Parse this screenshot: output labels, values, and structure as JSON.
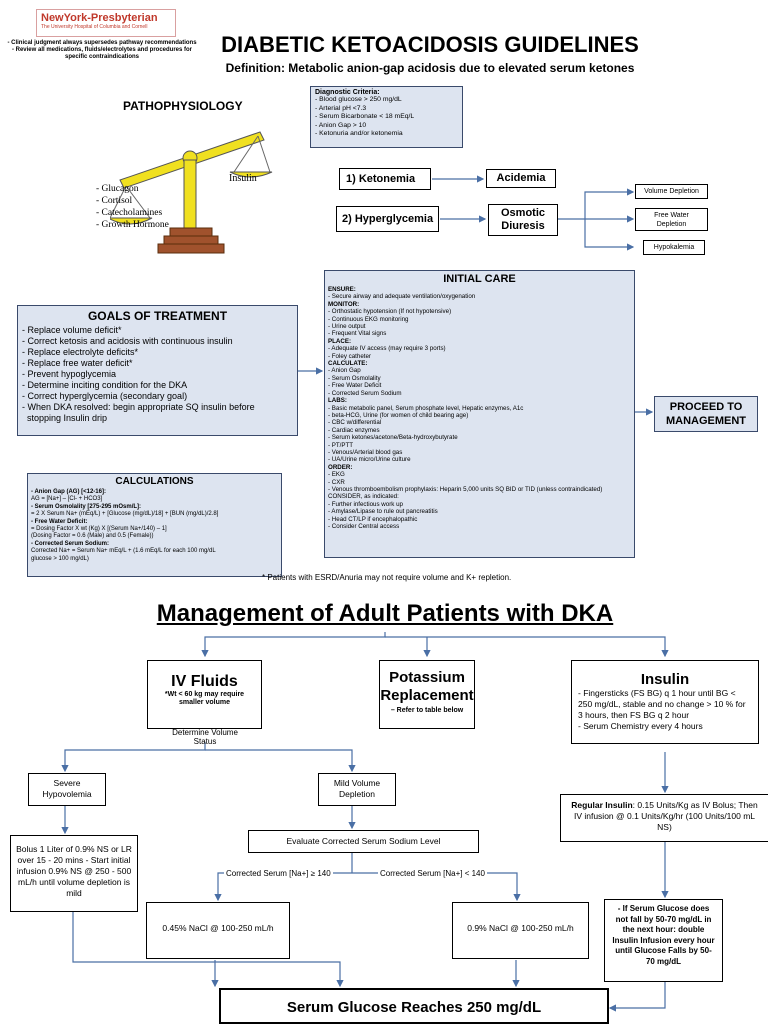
{
  "logo": {
    "name": "NewYork-Presbyterian",
    "sub": "The University Hospital of Columbia and Cornell"
  },
  "disclaimer": [
    "- Clinical judgment always supersedes pathway recommendations",
    "- Review all medications, fluids/electrolytes and procedures for specific contraindications"
  ],
  "title": "DIABETIC KETOACIDOSIS GUIDELINES",
  "definition": "Definition: Metabolic anion-gap acidosis due to elevated serum ketones",
  "pathophysiology": {
    "heading": "PATHOPHYSIOLOGY",
    "hormones": [
      "- Glucagon",
      "- Cortisol",
      "- Catecholamines",
      "- Growth Hormone"
    ],
    "insulin": "Insulin"
  },
  "diagnostic": {
    "heading": "Diagnostic Criteria:",
    "items": [
      "- Blood glucose > 250 mg/dL",
      "- Arterial pH <7.3",
      "- Serum Bicarbonate < 18 mEq/L",
      "- Anion Gap > 10",
      "- Ketonuria and/or ketonemia"
    ]
  },
  "flow": {
    "ketonemia": "1) Ketonemia",
    "acidemia": "Acidemia",
    "hyperglycemia": "2) Hyperglycemia",
    "osmotic": "Osmotic Diuresis",
    "volume": "Volume Depletion",
    "freewater": "Free Water Depletion",
    "hypokalemia": "Hypokalemia"
  },
  "goals": {
    "heading": "GOALS OF TREATMENT",
    "items": [
      "- Replace volume deficit*",
      "- Correct ketosis and acidosis with continuous insulin",
      "- Replace electrolyte deficits*",
      "- Replace free water deficit*",
      "- Prevent hypoglycemia",
      "- Determine inciting condition for the DKA",
      "- Correct hyperglycemia (secondary goal)",
      "- When DKA resolved: begin appropriate SQ insulin before",
      "  stopping Insulin drip"
    ]
  },
  "initial_care": {
    "heading": "INITIAL CARE",
    "lines": [
      "ENSURE:",
      "- Secure airway and adequate ventilation/oxygenation",
      "MONITOR:",
      "- Orthostatic hypotension (If not hypotensive)",
      "- Continuous EKG monitoring",
      "- Urine output",
      "- Frequent Vital signs",
      "PLACE:",
      "- Adequate IV access (may require 3 ports)",
      "- Foley catheter",
      "CALCULATE:",
      "- Anion Gap",
      "- Serum Osmolality",
      "- Free Water Deficit",
      "- Corrected Serum Sodium",
      "LABS:",
      "- Basic metabolic panel, Serum phosphate level, Hepatic enzymes, A1c",
      "- beta-HCG, Urine (for women of child bearing age)",
      "- CBC w/differential",
      "- Cardiac enzymes",
      "- Serum ketones/acetone/Beta-hydroxybutyrate",
      "- PT/PTT",
      "- Venous/Arterial blood gas",
      "- UA/Urine micro/Urine culture",
      "ORDER:",
      "- EKG",
      "- CXR",
      "- Venous thromboembolism prophylaxis: Heparin 5,000 units SQ BID or TID (unless contraindicated)",
      "CONSIDER, as indicated:",
      "- Further infectious work up",
      "- Amylase/Lipase to rule out pancreatitis",
      "- Head CT/LP if encephalopathic",
      "- Consider Central access"
    ]
  },
  "proceed": "PROCEED TO MANAGEMENT",
  "calculations": {
    "heading": "CALCULATIONS",
    "lines": [
      "- Anion Gap (AG) [<12-16]:",
      "   AG = [Na+] – [Cl- + HCO3]",
      "- Serum Osmolality [275-295 mOsm/L]:",
      "   = 2 X Serum Na+ (mEq/L) + [Glucose (mg/dL)/18] + [BUN (mg/dL)/2.8]",
      "- Free Water Deficit:",
      "   = Dosing Factor X wt (Kg) X [(Serum Na+/140) – 1]",
      "     (Dosing Factor = 0.6 (Male) and 0.5 (Female))",
      "- Corrected Serum Sodium:",
      "Corrected Na+ = Serum Na+ mEq/L + (1.6 mEq/L for each 100 mg/dL",
      "glucose > 100 mg/dL)"
    ]
  },
  "footnote": "* Patients with ESRD/Anuria may not require volume and K+ repletion.",
  "management_title": "Management of Adult Patients with DKA",
  "iv": {
    "title": "IV Fluids",
    "note": "*Wt < 60 kg may require smaller volume",
    "determine": "Determine Volume Status"
  },
  "potassium": {
    "title": "Potassium Replacement",
    "note": "– Refer to table below"
  },
  "insulin": {
    "title": "Insulin",
    "items": [
      "- Fingersticks (FS BG) q 1 hour until BG < 250 mg/dL, stable and no change > 10 % for 3 hours, then FS BG q 2 hour",
      "- Serum Chemistry every 4 hours"
    ]
  },
  "severe": "Severe Hypovolemia",
  "mild": "Mild Volume Depletion",
  "bolus": "Bolus 1 Liter of 0.9% NS or LR over 15 - 20 mins - Start initial infusion 0.9% NS @ 250 - 500 mL/h until volume depletion is mild",
  "evaluate": "Evaluate Corrected Serum Sodium Level",
  "na_high": "Corrected Serum [Na+] ≥ 140",
  "na_low": "Corrected Serum [Na+] < 140",
  "half_ns": "0.45% NaCl @ 100-250 mL/h",
  "ns": "0.9% NaCl @ 100-250 mL/h",
  "regular_insulin": {
    "label": "Regular Insulin",
    "text": ": 0.15 Units/Kg as IV Bolus; Then IV infusion @ 0.1 Units/Kg/hr (100 Units/100 mL NS)"
  },
  "glucose_fall": "- If Serum Glucose does not fall by 50-70 mg/dL in the next hour: double Insulin Infusion every hour until Glucose Falls by 50-70 mg/dL",
  "glucose_reaches": "Serum Glucose Reaches 250 mg/dL",
  "colors": {
    "box": "#dde4f0",
    "border": "#3a4a6b",
    "arrow": "#4a6fa5",
    "scale": "#f0e020",
    "base": "#a0522d",
    "logo": "#c0392b"
  }
}
